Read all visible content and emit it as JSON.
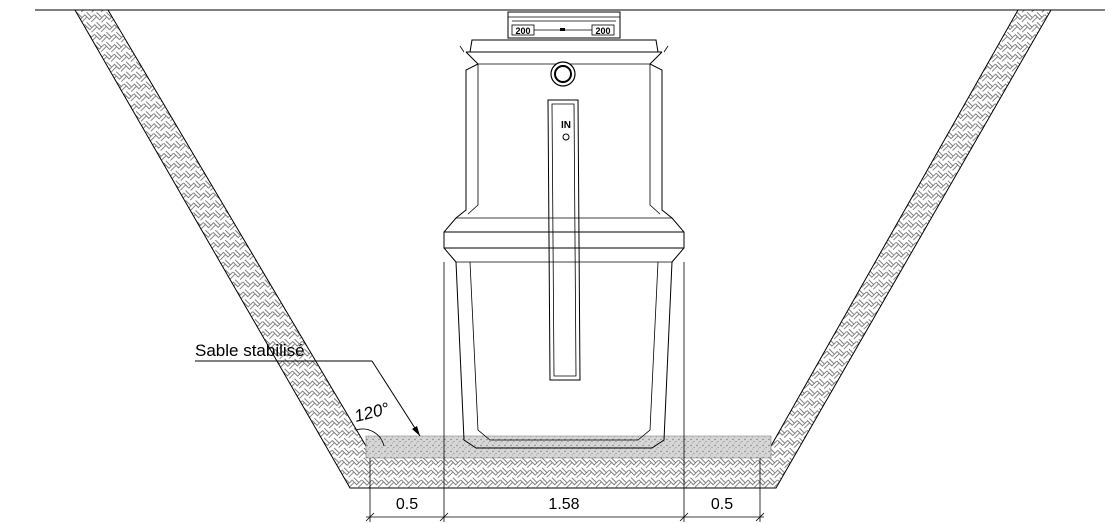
{
  "callout": {
    "label": "Sable stabilisé"
  },
  "angle": {
    "value": "120°"
  },
  "dimensions": [
    {
      "id": "left-clearance",
      "label": "0.5"
    },
    {
      "id": "tank-width",
      "label": "1.58"
    },
    {
      "id": "right-clearance",
      "label": "0.5"
    }
  ],
  "tank": {
    "inlet_mark": "IN",
    "cover_dim_left": "200",
    "cover_dim_right": "200"
  },
  "colors": {
    "ink": "#000000",
    "sand": "#bfbfbf",
    "backfill_hatch": "#555555"
  }
}
